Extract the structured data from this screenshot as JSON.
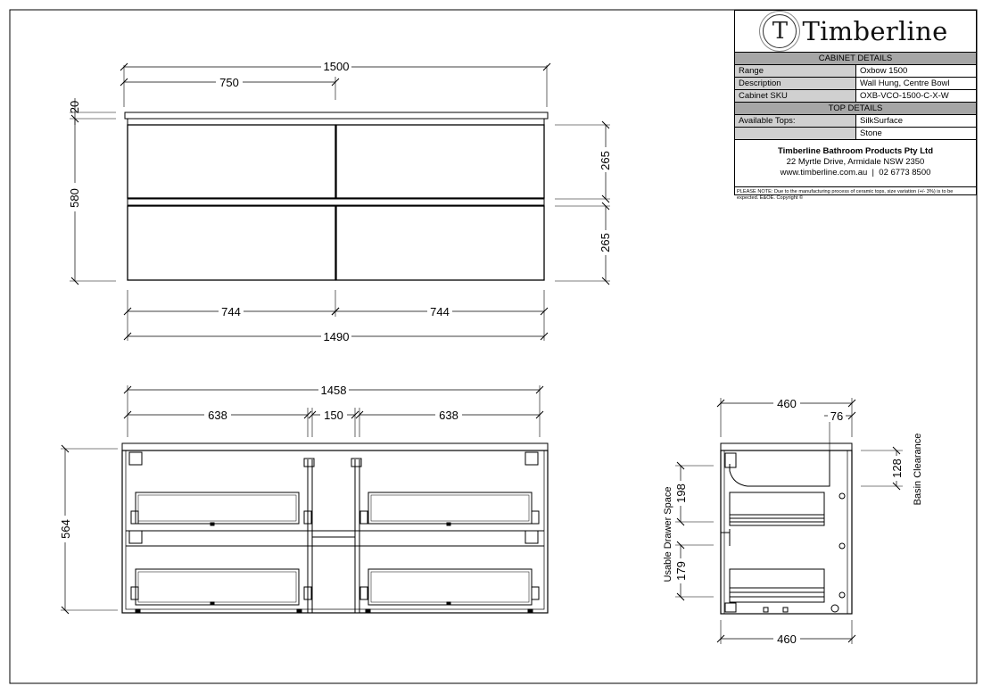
{
  "brand": {
    "logo_letter": "T",
    "name": "Timberline"
  },
  "cabinet_details": {
    "heading": "CABINET DETAILS",
    "rows": [
      {
        "label": "Range",
        "value": "Oxbow 1500"
      },
      {
        "label": "Description",
        "value": "Wall Hung, Centre Bowl"
      },
      {
        "label": "Cabinet SKU",
        "value": "OXB-VCO-1500-C-X-W"
      }
    ]
  },
  "top_details": {
    "heading": "TOP DETAILS",
    "rows": [
      {
        "label": "Available Tops:",
        "value": "SilkSurface"
      },
      {
        "label": "",
        "value": "Stone"
      }
    ]
  },
  "company": {
    "name": "Timberline Bathroom Products Pty Ltd",
    "address": "22 Myrtle Drive, Armidale NSW 2350",
    "contact": "www.timberline.com.au  |  02 6773 8500"
  },
  "note": "PLEASE NOTE: Due to the manufacturing process of ceramic tops, size variation (+/- 3%) is to be expected. E&OE. Copyright ©",
  "dimensions": {
    "front": {
      "overall_width": "1500",
      "half_width": "750",
      "top_thickness": "20",
      "cabinet_height": "580",
      "drawer_height_upper": "265",
      "drawer_height_lower": "265",
      "drawer_width_left": "744",
      "drawer_width_right": "744",
      "cabinet_width": "1490"
    },
    "internal": {
      "overall_width": "1458",
      "left_width": "638",
      "centre_width": "150",
      "right_width": "638",
      "height": "564"
    },
    "side": {
      "depth_top": "460",
      "offset": "76",
      "basin_clearance": "128",
      "basin_clearance_label": "Basin Clearance",
      "upper_drawer_space": "198",
      "lower_drawer_space": "179",
      "usable_drawer_space_label": "Usable Drawer Space",
      "depth_bottom": "460"
    }
  }
}
